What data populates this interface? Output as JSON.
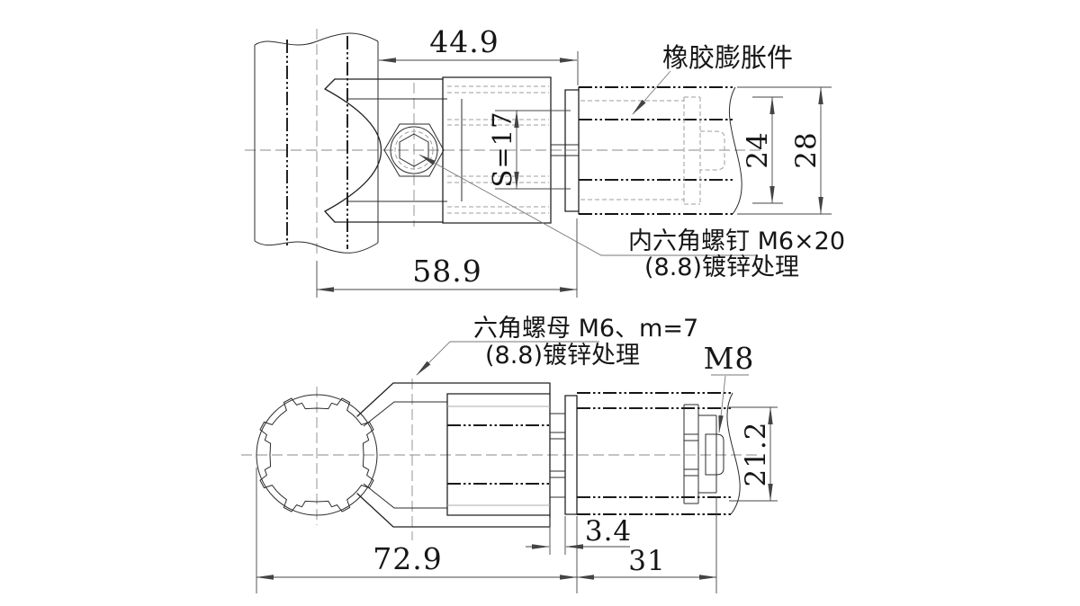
{
  "labels": {
    "rubber_expansion": "橡胶膨胀件",
    "socket_screw": "内六角螺钉 M6×20",
    "socket_screw_finish": "(8.8)镀锌处理",
    "hex_nut": "六角螺母 M6、m=7",
    "hex_nut_finish": "(8.8)镀锌处理",
    "thread": "M8"
  },
  "dimensions": {
    "clamp_width": "44.9",
    "center_to_flange": "58.9",
    "wrench_flats": "S=17",
    "washer_dia": "24",
    "rubber_outer_dia": "28",
    "expander_body_dia": "21.2",
    "neck_gap": "3.4",
    "rubber_length": "31",
    "overall_length": "72.9"
  },
  "colors": {
    "background": "#ffffff",
    "line": "#222222",
    "hidden": "#9d9d9d",
    "dimension": "#444444"
  }
}
